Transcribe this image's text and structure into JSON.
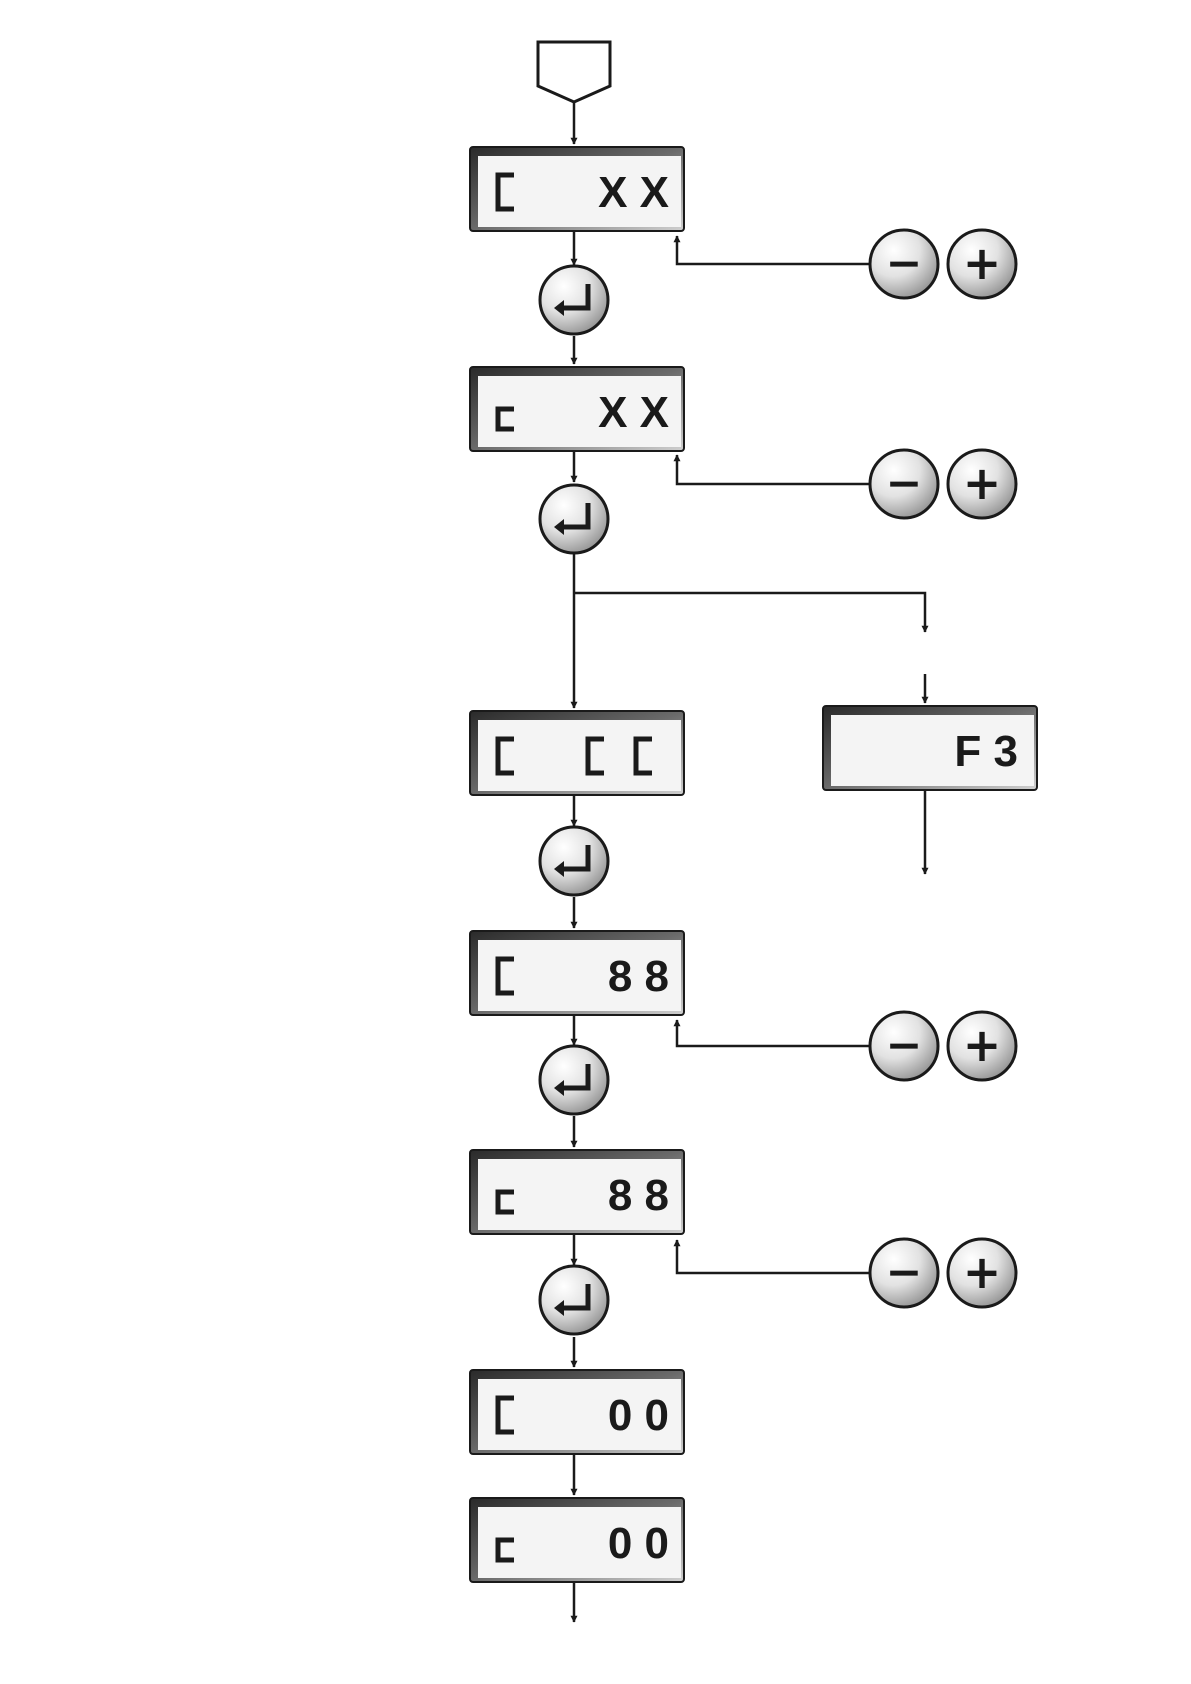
{
  "colors": {
    "line": "#1a1a1a",
    "panel_face": "#f4f4f4",
    "panel_bevel_dark": "#3a3a3a",
    "panel_bevel_light": "#bdbdbd",
    "button_light": "#ffffff",
    "button_dark": "#8a8a8a"
  },
  "start": {
    "icon": "pentagon-start-icon"
  },
  "displays": [
    {
      "id": "d1",
      "mode_glyph": "bracket-upper",
      "value": "X X"
    },
    {
      "id": "d2",
      "mode_glyph": "bracket-lower",
      "value": "X X"
    },
    {
      "id": "d3",
      "mode_glyph": "bracket-upper",
      "value_glyphs": [
        "bracket-upper",
        "bracket-upper"
      ]
    },
    {
      "id": "d4",
      "mode_glyph": "bracket-upper",
      "value": "8 8"
    },
    {
      "id": "d5",
      "mode_glyph": "bracket-lower",
      "value": "8 8"
    },
    {
      "id": "d6",
      "mode_glyph": "bracket-upper",
      "value": "0 0"
    },
    {
      "id": "d7",
      "mode_glyph": "bracket-lower",
      "value": "0 0"
    },
    {
      "id": "f3",
      "value": "F 3"
    }
  ],
  "enter_buttons": [
    {
      "icon": "enter-icon"
    },
    {
      "icon": "enter-icon"
    },
    {
      "icon": "enter-icon"
    },
    {
      "icon": "enter-icon"
    },
    {
      "icon": "enter-icon"
    }
  ],
  "adjust_pairs": [
    {
      "minus": "−",
      "plus": "+"
    },
    {
      "minus": "−",
      "plus": "+"
    },
    {
      "minus": "−",
      "plus": "+"
    },
    {
      "minus": "−",
      "plus": "+"
    }
  ]
}
